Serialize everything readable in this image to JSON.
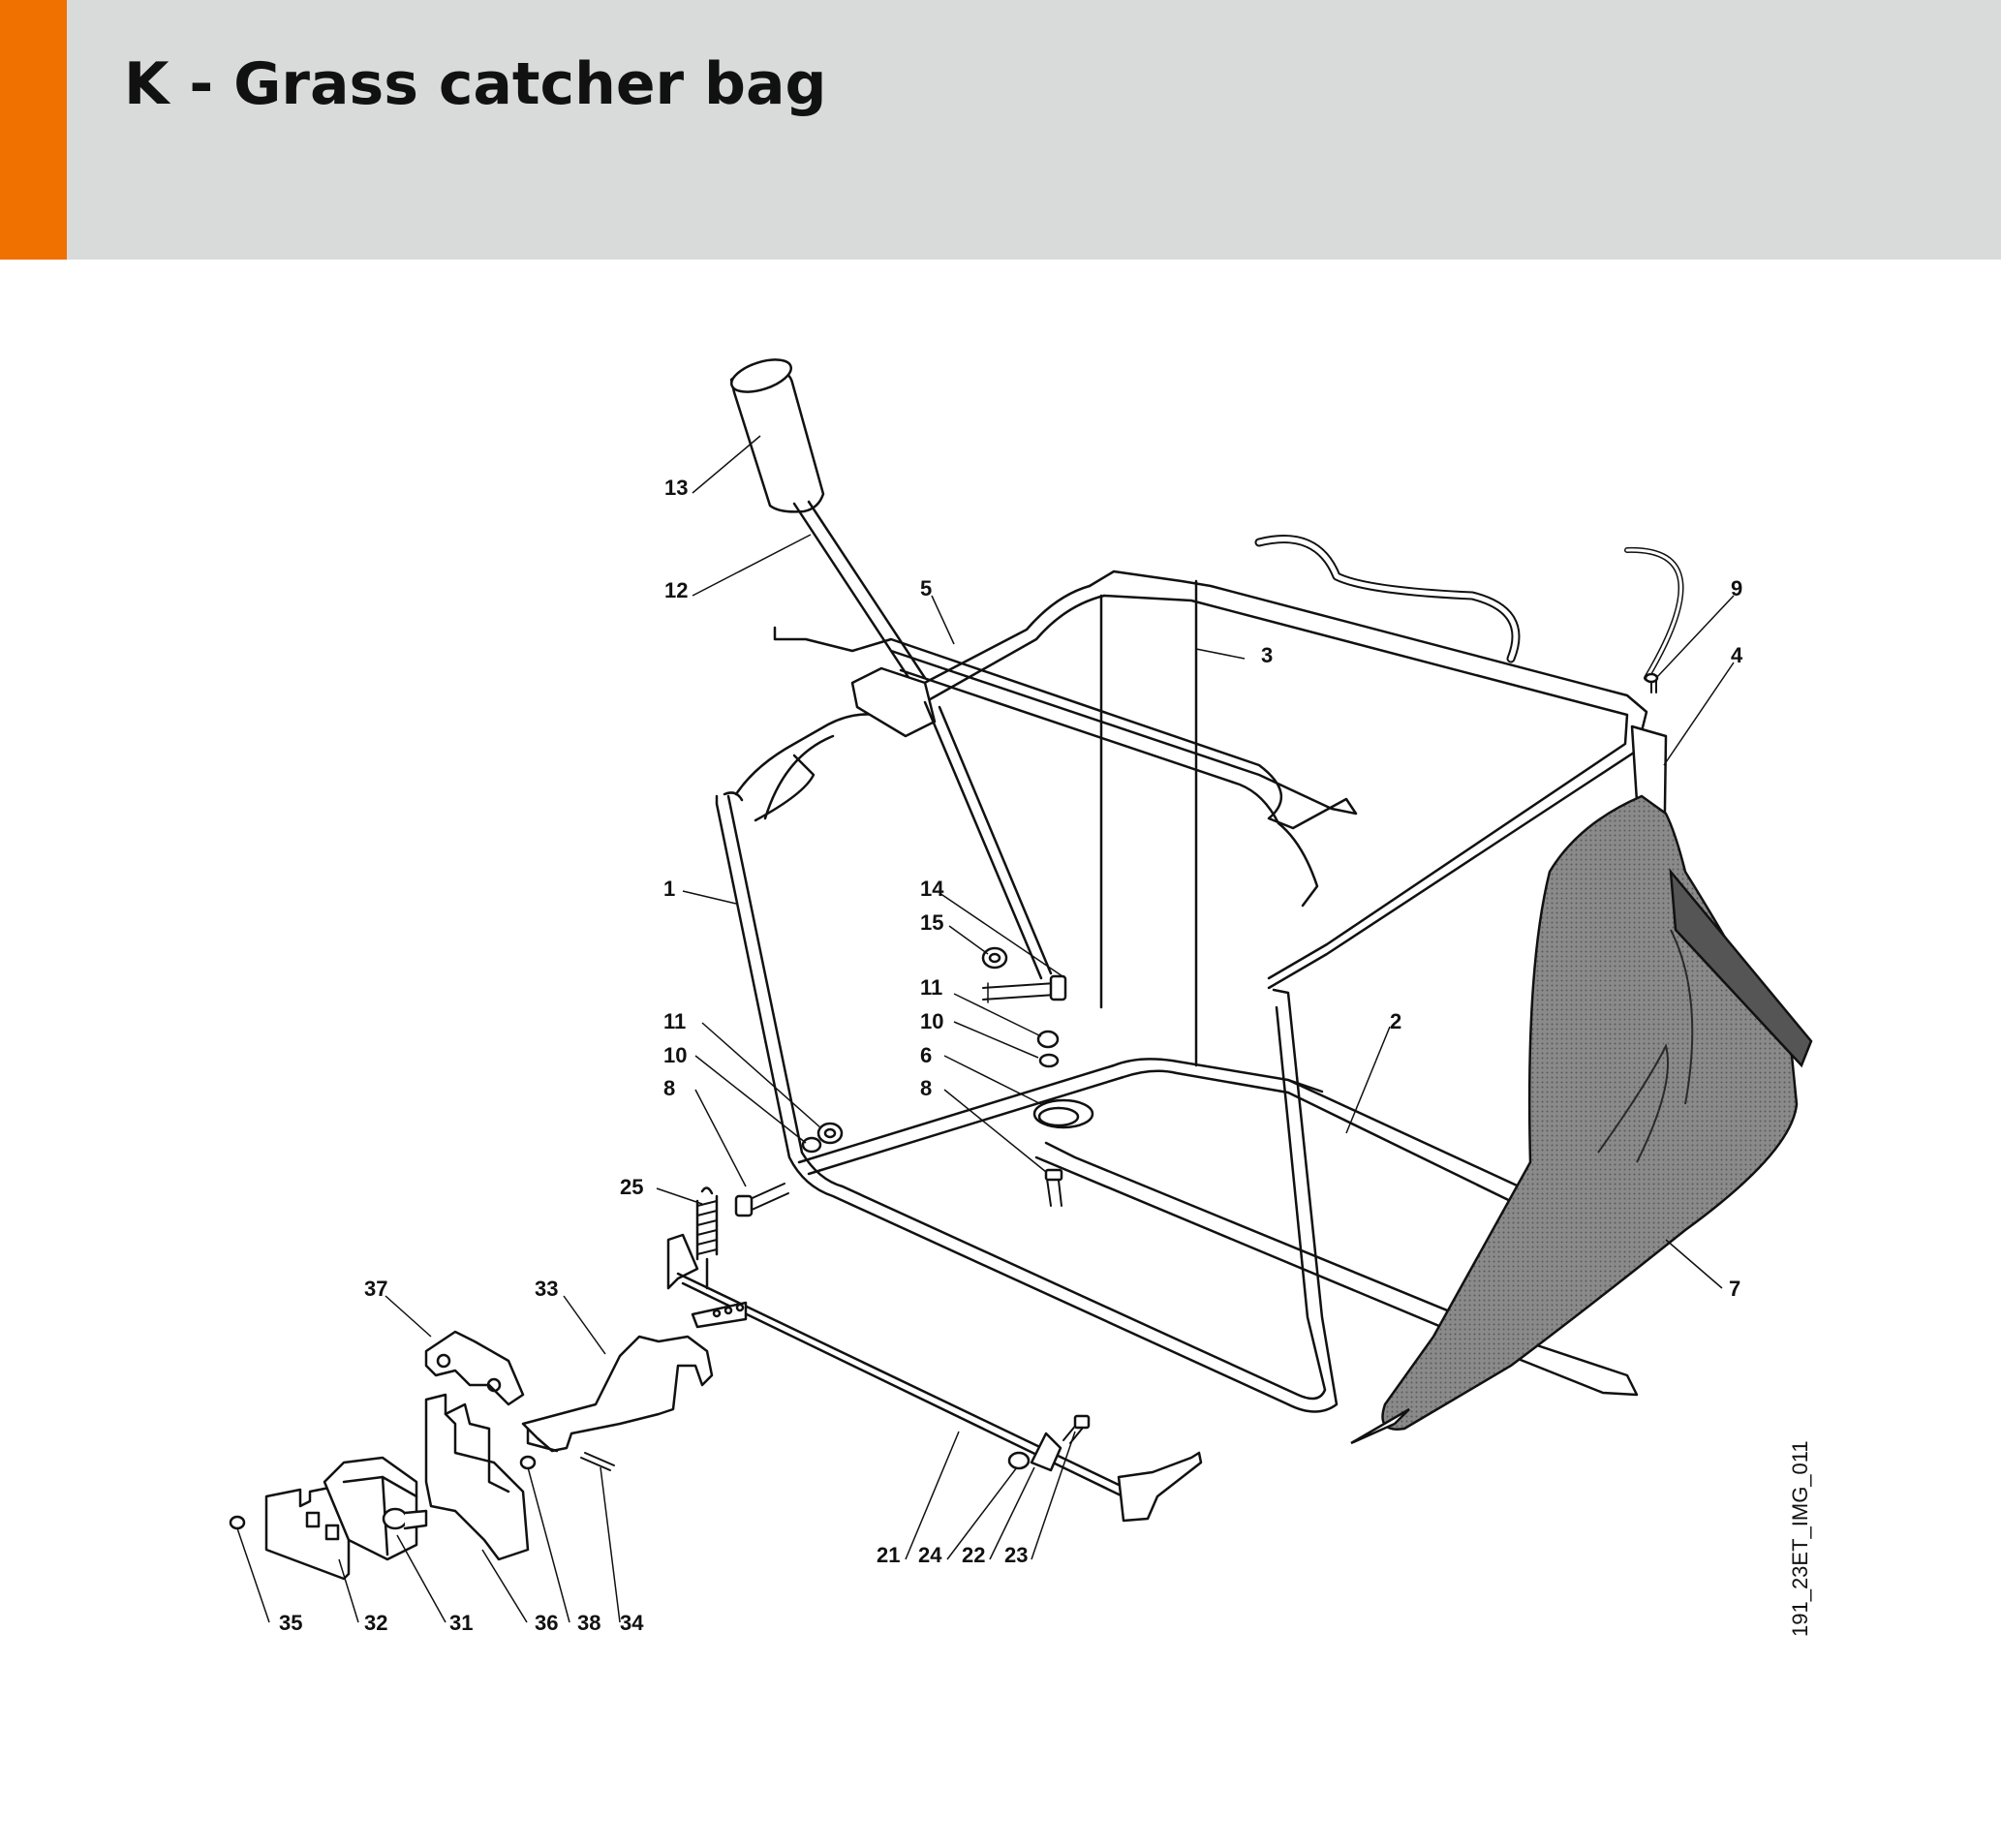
{
  "header": {
    "title": "K - Grass catcher bag",
    "accent_color": "#f07000",
    "background_color": "#d9dbdb"
  },
  "diagram": {
    "image_ref": "191_23ET_IMG_011",
    "callouts": [
      "1",
      "2",
      "3",
      "4",
      "5",
      "6",
      "7",
      "8",
      "8",
      "9",
      "10",
      "10",
      "11",
      "11",
      "12",
      "13",
      "14",
      "15",
      "21",
      "22",
      "23",
      "24",
      "25",
      "31",
      "32",
      "33",
      "34",
      "35",
      "36",
      "37",
      "38"
    ]
  }
}
